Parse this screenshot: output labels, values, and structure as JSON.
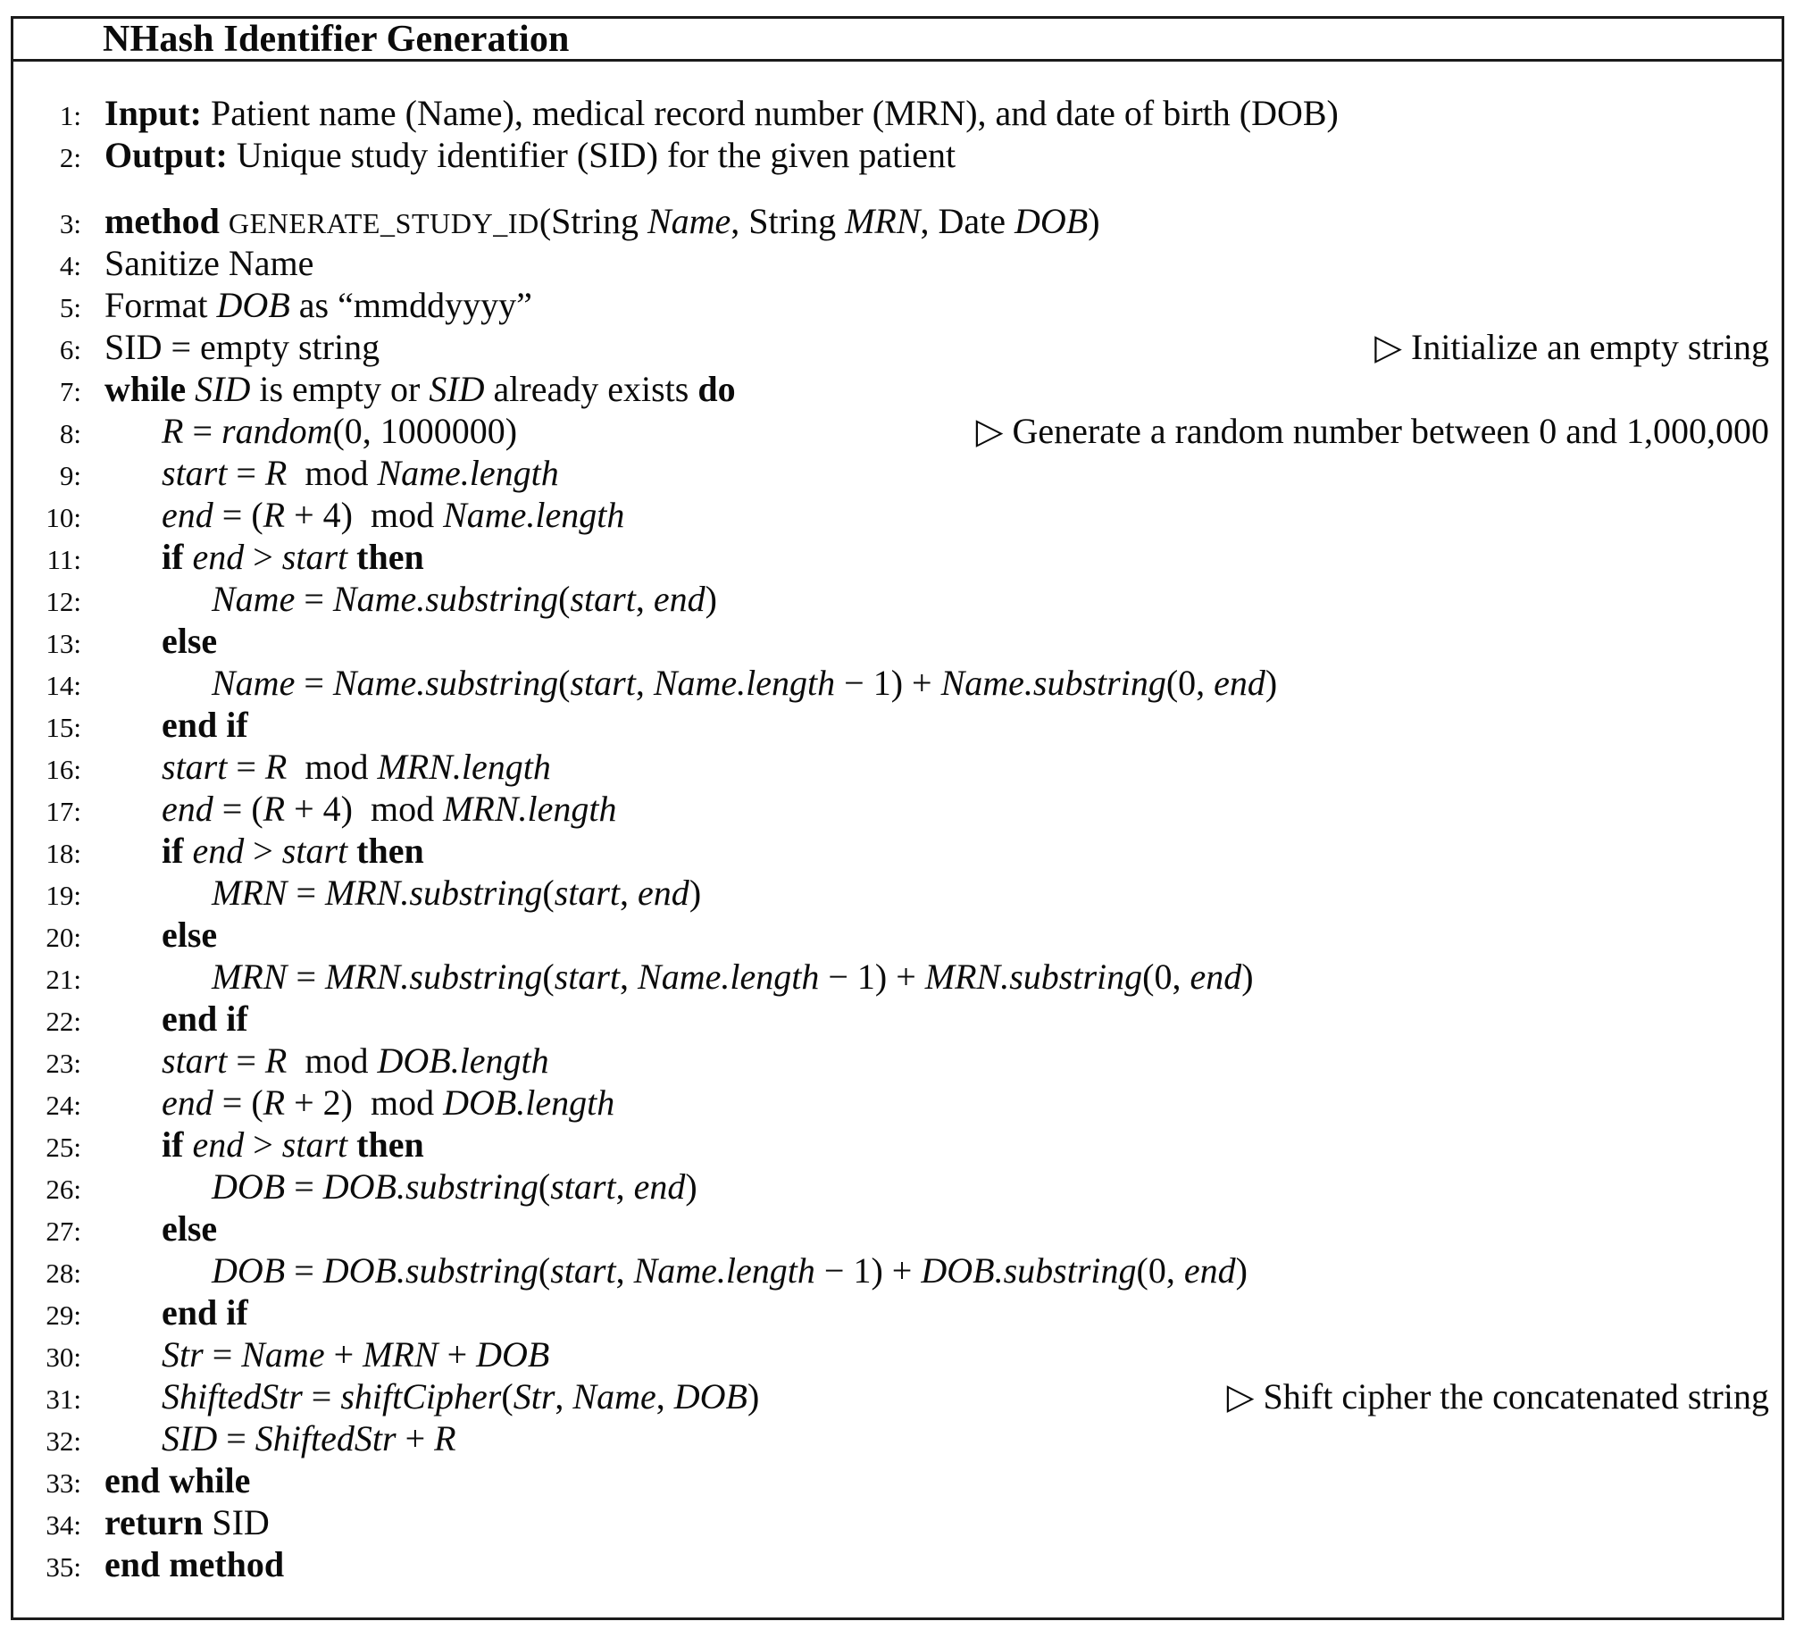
{
  "title": "NHash Identifier Generation",
  "comment_marker": "▷",
  "lines": [
    {
      "num": "1:",
      "indent": 0,
      "segs": [
        [
          "k",
          "Input: "
        ],
        [
          "p",
          "Patient name (Name), medical record number (MRN), and date of birth (DOB)"
        ]
      ]
    },
    {
      "num": "2:",
      "indent": 0,
      "segs": [
        [
          "k",
          "Output: "
        ],
        [
          "p",
          "Unique study identifier (SID) for the given patient"
        ]
      ]
    },
    {
      "num": "3:",
      "indent": 0,
      "gap": true,
      "segs": [
        [
          "k",
          "method "
        ],
        [
          "s",
          "GENERATE_STUDY_ID"
        ],
        [
          "p",
          "(String "
        ],
        [
          "m",
          "Name"
        ],
        [
          "p",
          ", String "
        ],
        [
          "m",
          "MRN"
        ],
        [
          "p",
          ", Date "
        ],
        [
          "m",
          "DOB"
        ],
        [
          "p",
          ")"
        ]
      ]
    },
    {
      "num": "4:",
      "indent": 0,
      "segs": [
        [
          "p",
          "Sanitize Name"
        ]
      ]
    },
    {
      "num": "5:",
      "indent": 0,
      "segs": [
        [
          "p",
          "Format "
        ],
        [
          "m",
          "DOB"
        ],
        [
          "p",
          " as “mmddyyyy”"
        ]
      ]
    },
    {
      "num": "6:",
      "indent": 0,
      "segs": [
        [
          "p",
          "SID = empty string"
        ]
      ],
      "comment": "Initialize an empty string"
    },
    {
      "num": "7:",
      "indent": 0,
      "segs": [
        [
          "k",
          "while "
        ],
        [
          "m",
          "SID"
        ],
        [
          "p",
          " is empty or "
        ],
        [
          "m",
          "SID"
        ],
        [
          "p",
          " already exists "
        ],
        [
          "k",
          "do"
        ]
      ]
    },
    {
      "num": "8:",
      "indent": 1,
      "segs": [
        [
          "m",
          "R"
        ],
        [
          "p",
          " = "
        ],
        [
          "m",
          "random"
        ],
        [
          "p",
          "(0, 1000000)"
        ]
      ],
      "comment": "Generate a random number between 0 and 1,000,000"
    },
    {
      "num": "9:",
      "indent": 1,
      "segs": [
        [
          "m",
          "start"
        ],
        [
          "p",
          " = "
        ],
        [
          "m",
          "R"
        ],
        [
          "p",
          "  mod "
        ],
        [
          "m",
          "Name.length"
        ]
      ]
    },
    {
      "num": "10:",
      "indent": 1,
      "segs": [
        [
          "m",
          "end"
        ],
        [
          "p",
          " = ("
        ],
        [
          "m",
          "R"
        ],
        [
          "p",
          " + 4)  mod "
        ],
        [
          "m",
          "Name.length"
        ]
      ]
    },
    {
      "num": "11:",
      "indent": 1,
      "segs": [
        [
          "k",
          "if "
        ],
        [
          "m",
          "end"
        ],
        [
          "p",
          " > "
        ],
        [
          "m",
          "start"
        ],
        [
          "k",
          " then"
        ]
      ]
    },
    {
      "num": "12:",
      "indent": 2,
      "segs": [
        [
          "m",
          "Name"
        ],
        [
          "p",
          " = "
        ],
        [
          "m",
          "Name.substring"
        ],
        [
          "p",
          "("
        ],
        [
          "m",
          "start"
        ],
        [
          "p",
          ", "
        ],
        [
          "m",
          "end"
        ],
        [
          "p",
          ")"
        ]
      ]
    },
    {
      "num": "13:",
      "indent": 1,
      "segs": [
        [
          "k",
          "else"
        ]
      ]
    },
    {
      "num": "14:",
      "indent": 2,
      "segs": [
        [
          "m",
          "Name"
        ],
        [
          "p",
          " = "
        ],
        [
          "m",
          "Name.substring"
        ],
        [
          "p",
          "("
        ],
        [
          "m",
          "start"
        ],
        [
          "p",
          ", "
        ],
        [
          "m",
          "Name.length"
        ],
        [
          "p",
          " − 1) + "
        ],
        [
          "m",
          "Name.substring"
        ],
        [
          "p",
          "(0, "
        ],
        [
          "m",
          "end"
        ],
        [
          "p",
          ")"
        ]
      ]
    },
    {
      "num": "15:",
      "indent": 1,
      "segs": [
        [
          "k",
          "end if"
        ]
      ]
    },
    {
      "num": "16:",
      "indent": 1,
      "segs": [
        [
          "m",
          "start"
        ],
        [
          "p",
          " = "
        ],
        [
          "m",
          "R"
        ],
        [
          "p",
          "  mod "
        ],
        [
          "m",
          "MRN.length"
        ]
      ]
    },
    {
      "num": "17:",
      "indent": 1,
      "segs": [
        [
          "m",
          "end"
        ],
        [
          "p",
          " = ("
        ],
        [
          "m",
          "R"
        ],
        [
          "p",
          " + 4)  mod "
        ],
        [
          "m",
          "MRN.length"
        ]
      ]
    },
    {
      "num": "18:",
      "indent": 1,
      "segs": [
        [
          "k",
          "if "
        ],
        [
          "m",
          "end"
        ],
        [
          "p",
          " > "
        ],
        [
          "m",
          "start"
        ],
        [
          "k",
          " then"
        ]
      ]
    },
    {
      "num": "19:",
      "indent": 2,
      "segs": [
        [
          "m",
          "MRN"
        ],
        [
          "p",
          " = "
        ],
        [
          "m",
          "MRN.substring"
        ],
        [
          "p",
          "("
        ],
        [
          "m",
          "start"
        ],
        [
          "p",
          ", "
        ],
        [
          "m",
          "end"
        ],
        [
          "p",
          ")"
        ]
      ]
    },
    {
      "num": "20:",
      "indent": 1,
      "segs": [
        [
          "k",
          "else"
        ]
      ]
    },
    {
      "num": "21:",
      "indent": 2,
      "segs": [
        [
          "m",
          "MRN"
        ],
        [
          "p",
          " = "
        ],
        [
          "m",
          "MRN.substring"
        ],
        [
          "p",
          "("
        ],
        [
          "m",
          "start"
        ],
        [
          "p",
          ", "
        ],
        [
          "m",
          "Name.length"
        ],
        [
          "p",
          " − 1) + "
        ],
        [
          "m",
          "MRN.substring"
        ],
        [
          "p",
          "(0, "
        ],
        [
          "m",
          "end"
        ],
        [
          "p",
          ")"
        ]
      ]
    },
    {
      "num": "22:",
      "indent": 1,
      "segs": [
        [
          "k",
          "end if"
        ]
      ]
    },
    {
      "num": "23:",
      "indent": 1,
      "segs": [
        [
          "m",
          "start"
        ],
        [
          "p",
          " = "
        ],
        [
          "m",
          "R"
        ],
        [
          "p",
          "  mod "
        ],
        [
          "m",
          "DOB.length"
        ]
      ]
    },
    {
      "num": "24:",
      "indent": 1,
      "segs": [
        [
          "m",
          "end"
        ],
        [
          "p",
          " = ("
        ],
        [
          "m",
          "R"
        ],
        [
          "p",
          " + 2)  mod "
        ],
        [
          "m",
          "DOB.length"
        ]
      ]
    },
    {
      "num": "25:",
      "indent": 1,
      "segs": [
        [
          "k",
          "if "
        ],
        [
          "m",
          "end"
        ],
        [
          "p",
          " > "
        ],
        [
          "m",
          "start"
        ],
        [
          "k",
          " then"
        ]
      ]
    },
    {
      "num": "26:",
      "indent": 2,
      "segs": [
        [
          "m",
          "DOB"
        ],
        [
          "p",
          " = "
        ],
        [
          "m",
          "DOB.substring"
        ],
        [
          "p",
          "("
        ],
        [
          "m",
          "start"
        ],
        [
          "p",
          ", "
        ],
        [
          "m",
          "end"
        ],
        [
          "p",
          ")"
        ]
      ]
    },
    {
      "num": "27:",
      "indent": 1,
      "segs": [
        [
          "k",
          "else"
        ]
      ]
    },
    {
      "num": "28:",
      "indent": 2,
      "segs": [
        [
          "m",
          "DOB"
        ],
        [
          "p",
          " = "
        ],
        [
          "m",
          "DOB.substring"
        ],
        [
          "p",
          "("
        ],
        [
          "m",
          "start"
        ],
        [
          "p",
          ", "
        ],
        [
          "m",
          "Name.length"
        ],
        [
          "p",
          " − 1) + "
        ],
        [
          "m",
          "DOB.substring"
        ],
        [
          "p",
          "(0, "
        ],
        [
          "m",
          "end"
        ],
        [
          "p",
          ")"
        ]
      ]
    },
    {
      "num": "29:",
      "indent": 1,
      "segs": [
        [
          "k",
          "end if"
        ]
      ]
    },
    {
      "num": "30:",
      "indent": 1,
      "segs": [
        [
          "m",
          "Str"
        ],
        [
          "p",
          " = "
        ],
        [
          "m",
          "Name"
        ],
        [
          "p",
          " + "
        ],
        [
          "m",
          "MRN"
        ],
        [
          "p",
          " + "
        ],
        [
          "m",
          "DOB"
        ]
      ]
    },
    {
      "num": "31:",
      "indent": 1,
      "segs": [
        [
          "m",
          "ShiftedStr"
        ],
        [
          "p",
          " = "
        ],
        [
          "m",
          "shiftCipher"
        ],
        [
          "p",
          "("
        ],
        [
          "m",
          "Str"
        ],
        [
          "p",
          ", "
        ],
        [
          "m",
          "Name"
        ],
        [
          "p",
          ", "
        ],
        [
          "m",
          "DOB"
        ],
        [
          "p",
          ")"
        ]
      ],
      "comment": "Shift cipher the concatenated string"
    },
    {
      "num": "32:",
      "indent": 1,
      "segs": [
        [
          "m",
          "SID"
        ],
        [
          "p",
          " = "
        ],
        [
          "m",
          "ShiftedStr"
        ],
        [
          "p",
          " + "
        ],
        [
          "m",
          "R"
        ]
      ]
    },
    {
      "num": "33:",
      "indent": 0,
      "segs": [
        [
          "k",
          "end while"
        ]
      ]
    },
    {
      "num": "34:",
      "indent": 0,
      "segs": [
        [
          "k",
          "return "
        ],
        [
          "p",
          "SID"
        ]
      ]
    },
    {
      "num": "35:",
      "indent": 0,
      "segs": [
        [
          "k",
          "end method"
        ]
      ]
    }
  ]
}
